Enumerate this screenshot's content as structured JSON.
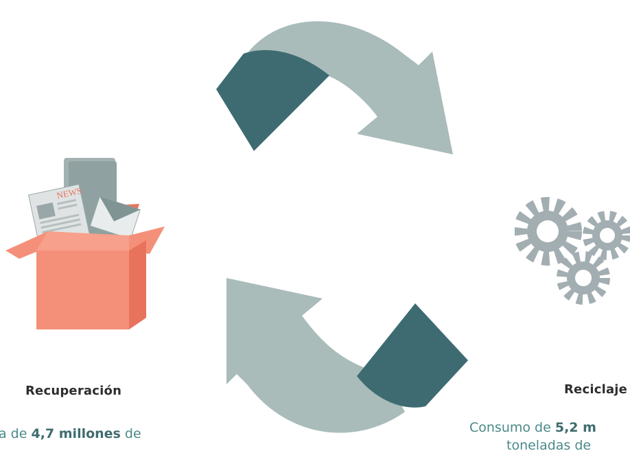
{
  "stages": [
    {
      "title": "Recuperación",
      "desc_pre": "a de ",
      "desc_bold": "4,7 millones",
      "desc_post": " de",
      "icon": "recycling-box-icon"
    },
    {
      "title": "Reciclaje",
      "desc_pre": "Consumo de ",
      "desc_bold": "5,2 m",
      "desc_line2": "toneladas de",
      "icon": "gears-icon"
    }
  ],
  "newspaper_label": "NEWS",
  "colors": {
    "arrow_light": "#a9bcba",
    "arrow_dark": "#3e6b72",
    "box": "#f4907a",
    "box_shade": "#e8735d",
    "gear": "#a3aeb2",
    "text_accent": "#4a8a88",
    "text_bold_accent": "#3f6c6e"
  }
}
